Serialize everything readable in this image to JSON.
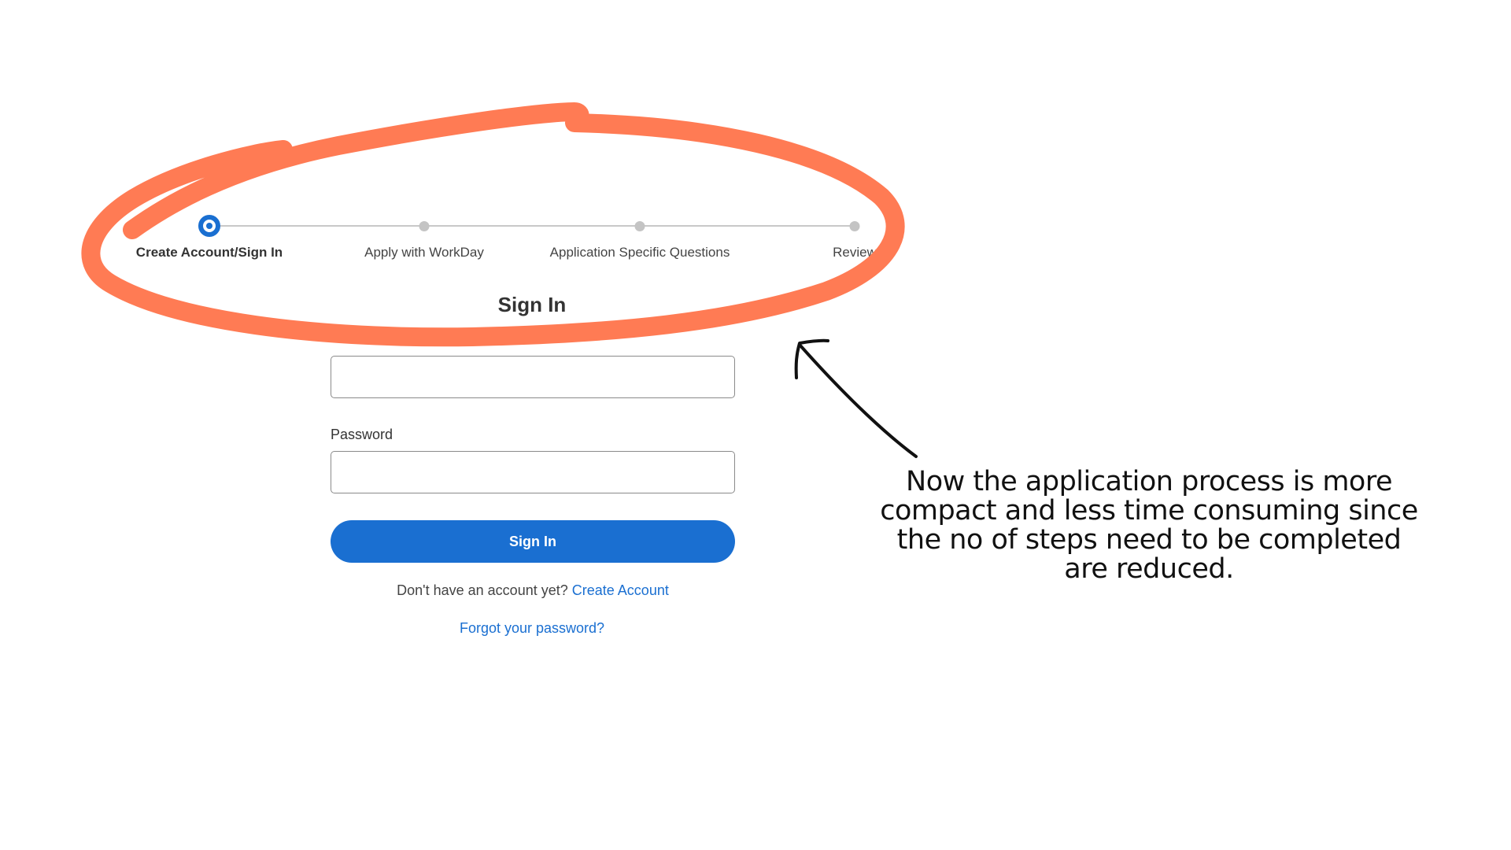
{
  "stepper": {
    "steps": [
      {
        "label": "Create Account/Sign In",
        "active": true
      },
      {
        "label": "Apply with WorkDay",
        "active": false
      },
      {
        "label": "Application Specific Questions",
        "active": false
      },
      {
        "label": "Review",
        "active": false
      }
    ]
  },
  "form": {
    "title": "Sign In",
    "email_value": "",
    "password_label": "Password",
    "password_value": "",
    "submit_label": "Sign In",
    "no_account_text": "Don't have an account yet?",
    "create_account_link": "Create Account",
    "forgot_password_link": "Forgot your password?"
  },
  "annotation": {
    "text": "Now the application process is more compact and less time consuming since the no of steps need to be completed are reduced.",
    "highlight_color": "#ff7b54",
    "arrow_color": "#111111"
  },
  "colors": {
    "accent": "#1a6fd1",
    "inactive_dot": "#c4c4c4"
  }
}
